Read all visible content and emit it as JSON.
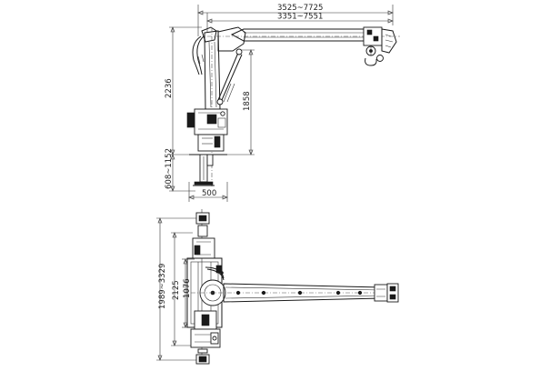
{
  "side_view": {
    "dim_outer_reach": "3525~7725",
    "dim_inner_reach": "3351~7551",
    "dim_total_height": "2236",
    "dim_boom_height": "1858",
    "dim_leg_height": "608~1152",
    "dim_base_width": "500"
  },
  "top_view": {
    "dim_overall_width": "1989~3329",
    "dim_mid_width": "2125",
    "dim_inner_width": "1076"
  }
}
